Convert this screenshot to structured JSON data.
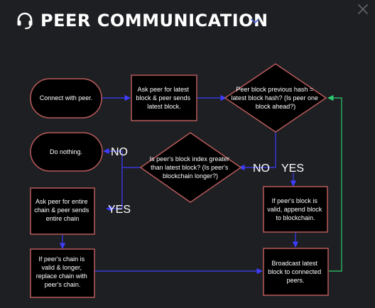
{
  "header": {
    "title": "PEER COMMUNICATION",
    "icon": "headset-icon",
    "dropdown_icon": "chevron-down-icon",
    "close_icon": "close-icon",
    "accent_color": "#4a63d9"
  },
  "diagram": {
    "colors": {
      "node_fill": "#000000",
      "node_stroke": "#b95a5a",
      "arrow_blue": "#3d3dff",
      "arrow_green": "#2ecc71"
    },
    "nodes": {
      "connect": [
        "Connect with peer."
      ],
      "ask_latest": [
        "Ask peer for latest",
        "block & peer sends",
        "latest block."
      ],
      "prev_hash": [
        "Peer block previous hash =",
        "latest block hash? (Is peer one",
        "block ahead?)"
      ],
      "do_nothing": [
        "Do nothing."
      ],
      "index_greater": [
        "Is peer's block index greater",
        "than latest block? (Is peer's",
        "blockchain longer?)"
      ],
      "ask_entire": [
        "Ask peer for entire",
        "chain & peer sends",
        "entire chain"
      ],
      "valid_append": [
        "If peer's block is",
        "valid, append block",
        "to blockchain."
      ],
      "valid_replace": [
        "If peer's chain is",
        "valid & longer,",
        "replace chain with",
        "peer's chain."
      ],
      "broadcast": [
        "Broadcast latest",
        "block to connected",
        "peers."
      ]
    },
    "edge_labels": {
      "no_1": "NO",
      "yes_1": "YES",
      "no_2": "NO",
      "yes_2": "YES"
    }
  }
}
